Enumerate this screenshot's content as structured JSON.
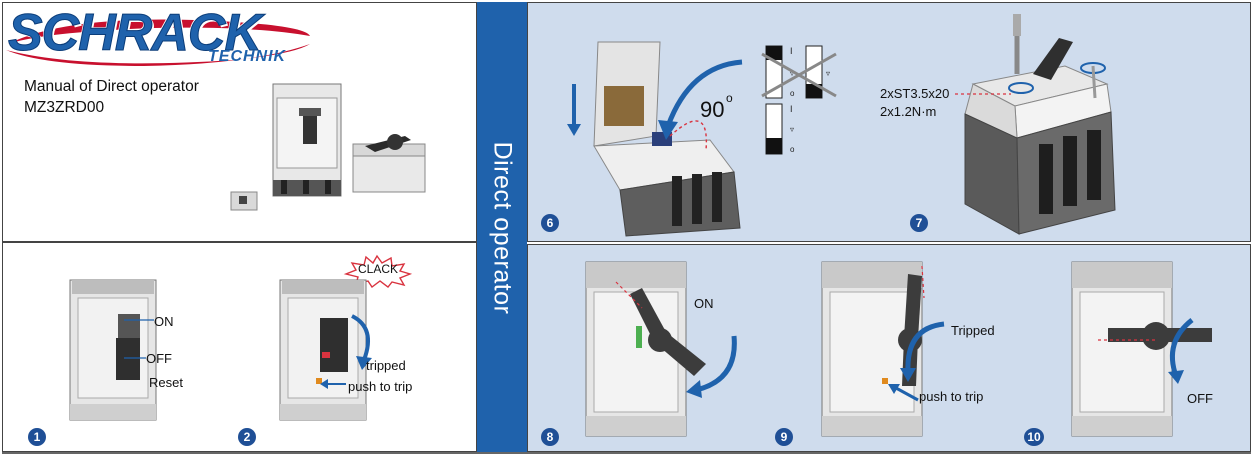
{
  "brand": {
    "logo_main": "SCHRACK",
    "logo_sub": "TECHNIK",
    "color": "#1f62ac"
  },
  "manual": {
    "line1": "Manual of  Direct operator",
    "line2": "MZ3ZRD00"
  },
  "side_band": {
    "title": "Direct operator",
    "color": "#1f62ac"
  },
  "steps": {
    "s1": {
      "number": "1",
      "labels": {
        "on": "ON",
        "off": "OFF",
        "reset": "Reset"
      }
    },
    "s2": {
      "number": "2",
      "labels": {
        "clack": "CLACK",
        "tripped": "tripped",
        "push": "push to trip"
      }
    },
    "s6": {
      "number": "6",
      "labels": {
        "angle": "90",
        "degree": "o"
      }
    },
    "s7": {
      "number": "7",
      "labels": {
        "screw": "2xST3.5x20",
        "torque": "2x1.2N·m"
      }
    },
    "s8": {
      "number": "8",
      "labels": {
        "on": "ON"
      }
    },
    "s9": {
      "number": "9",
      "labels": {
        "tripped": "Tripped",
        "push": "push to trip"
      }
    },
    "s10": {
      "number": "10",
      "labels": {
        "off": "OFF"
      }
    }
  },
  "colors": {
    "panel_bg": "#cfdced",
    "step_badge": "#1f4f96",
    "arrow": "#1f62ac",
    "handle": "#3c3c3c"
  }
}
